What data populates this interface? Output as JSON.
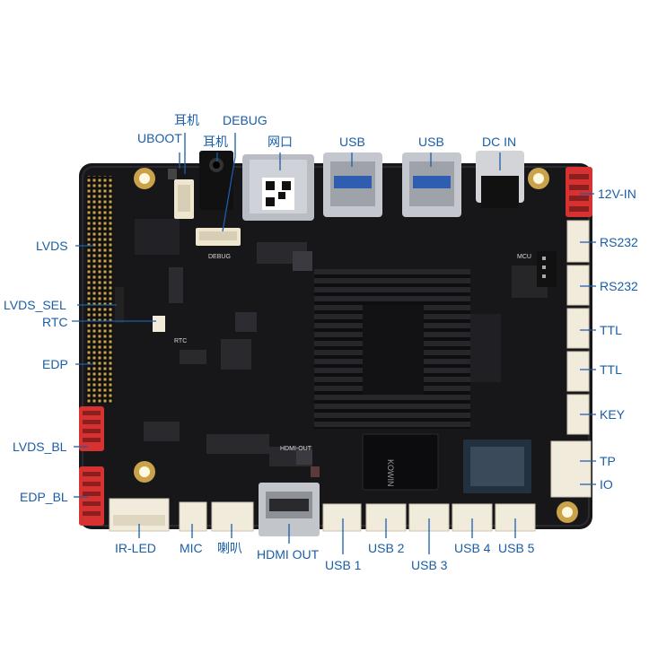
{
  "board": {
    "pcb_color": "#17171a",
    "label_color": "#1a5ea8",
    "silkscreen": {
      "debug": "DEBUG",
      "rtc": "RTC",
      "mcu": "MCU",
      "hdmi_out": "HDMI-OUT",
      "chip": "KOWIN"
    }
  },
  "labels": {
    "top": {
      "headphone_1": "耳机",
      "uboot": "UBOOT",
      "debug": "DEBUG",
      "headphone_2": "耳机",
      "ethernet": "网口",
      "usb_a": "USB",
      "usb_b": "USB",
      "dc_in": "DC IN"
    },
    "left": {
      "lvds": "LVDS",
      "lvds_sel": "LVDS_SEL",
      "rtc": "RTC",
      "edp": "EDP",
      "lvds_bl": "LVDS_BL",
      "edp_bl": "EDP_BL"
    },
    "right": {
      "v12_in": "12V-IN",
      "rs232_1": "RS232",
      "rs232_2": "RS232",
      "ttl_1": "TTL",
      "ttl_2": "TTL",
      "key": "KEY",
      "tp": "TP",
      "io": "IO"
    },
    "bottom": {
      "ir_led": "IR-LED",
      "mic": "MIC",
      "speaker": "喇叭",
      "hdmi_out": "HDMI OUT",
      "usb1": "USB 1",
      "usb2": "USB 2",
      "usb3": "USB 3",
      "usb4": "USB 4",
      "usb5": "USB 5"
    }
  }
}
